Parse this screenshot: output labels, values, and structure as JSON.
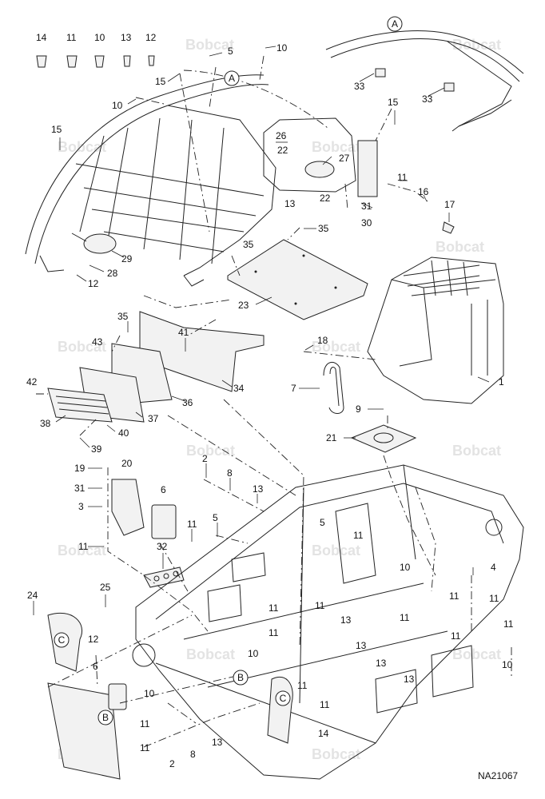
{
  "drawing_code": "NA21067",
  "watermark": "Bobcat",
  "callouts": [
    {
      "id": "c14a",
      "text": "14"
    },
    {
      "id": "c11a",
      "text": "11"
    },
    {
      "id": "c10a",
      "text": "10"
    },
    {
      "id": "c13a",
      "text": "13"
    },
    {
      "id": "c12a",
      "text": "12"
    },
    {
      "id": "c5a",
      "text": "5"
    },
    {
      "id": "c10b",
      "text": "10"
    },
    {
      "id": "c15a",
      "text": "15"
    },
    {
      "id": "c10c",
      "text": "10"
    },
    {
      "id": "c33a",
      "text": "33"
    },
    {
      "id": "c33b",
      "text": "33"
    },
    {
      "id": "c15b",
      "text": "15"
    },
    {
      "id": "c15c",
      "text": "15"
    },
    {
      "id": "c26",
      "text": "26"
    },
    {
      "id": "c22a",
      "text": "22"
    },
    {
      "id": "c27",
      "text": "27"
    },
    {
      "id": "c22b",
      "text": "22"
    },
    {
      "id": "c13b",
      "text": "13"
    },
    {
      "id": "c11b",
      "text": "11"
    },
    {
      "id": "c16",
      "text": "16"
    },
    {
      "id": "c17",
      "text": "17"
    },
    {
      "id": "c31a",
      "text": "31"
    },
    {
      "id": "c30",
      "text": "30"
    },
    {
      "id": "c35a",
      "text": "35"
    },
    {
      "id": "c35b",
      "text": "35"
    },
    {
      "id": "c29",
      "text": "29"
    },
    {
      "id": "c28",
      "text": "28"
    },
    {
      "id": "c12b",
      "text": "12"
    },
    {
      "id": "c23",
      "text": "23"
    },
    {
      "id": "c35c",
      "text": "35"
    },
    {
      "id": "c41",
      "text": "41"
    },
    {
      "id": "c43",
      "text": "43"
    },
    {
      "id": "c18",
      "text": "18"
    },
    {
      "id": "c1",
      "text": "1"
    },
    {
      "id": "c7",
      "text": "7"
    },
    {
      "id": "c34",
      "text": "34"
    },
    {
      "id": "c42",
      "text": "42"
    },
    {
      "id": "c36",
      "text": "36"
    },
    {
      "id": "c9",
      "text": "9"
    },
    {
      "id": "c38",
      "text": "38"
    },
    {
      "id": "c37",
      "text": "37"
    },
    {
      "id": "c40",
      "text": "40"
    },
    {
      "id": "c39",
      "text": "39"
    },
    {
      "id": "c21",
      "text": "21"
    },
    {
      "id": "c2a",
      "text": "2"
    },
    {
      "id": "c20",
      "text": "20"
    },
    {
      "id": "c19",
      "text": "19"
    },
    {
      "id": "c8a",
      "text": "8"
    },
    {
      "id": "c13c",
      "text": "13"
    },
    {
      "id": "c31b",
      "text": "31"
    },
    {
      "id": "c3",
      "text": "3"
    },
    {
      "id": "c6a",
      "text": "6"
    },
    {
      "id": "c5b",
      "text": "5"
    },
    {
      "id": "c5c",
      "text": "5"
    },
    {
      "id": "c11c",
      "text": "11"
    },
    {
      "id": "c11d",
      "text": "11"
    },
    {
      "id": "c11e",
      "text": "11"
    },
    {
      "id": "c32",
      "text": "32"
    },
    {
      "id": "c10d",
      "text": "10"
    },
    {
      "id": "c4",
      "text": "4"
    },
    {
      "id": "c11f",
      "text": "11"
    },
    {
      "id": "c11g",
      "text": "11"
    },
    {
      "id": "c24",
      "text": "24"
    },
    {
      "id": "c25",
      "text": "25"
    },
    {
      "id": "c11h",
      "text": "11"
    },
    {
      "id": "c11i",
      "text": "11"
    },
    {
      "id": "c13d",
      "text": "13"
    },
    {
      "id": "c11j",
      "text": "11"
    },
    {
      "id": "c11k",
      "text": "11"
    },
    {
      "id": "c11l",
      "text": "11"
    },
    {
      "id": "c13e",
      "text": "13"
    },
    {
      "id": "c12c",
      "text": "12"
    },
    {
      "id": "c11m",
      "text": "11"
    },
    {
      "id": "c10e",
      "text": "10"
    },
    {
      "id": "c13f",
      "text": "13"
    },
    {
      "id": "c13g",
      "text": "13"
    },
    {
      "id": "c10f",
      "text": "10"
    },
    {
      "id": "c6b",
      "text": "6"
    },
    {
      "id": "c11n",
      "text": "11"
    },
    {
      "id": "c10g",
      "text": "10"
    },
    {
      "id": "c11o",
      "text": "11"
    },
    {
      "id": "c11p",
      "text": "11"
    },
    {
      "id": "c14b",
      "text": "14"
    },
    {
      "id": "c11q",
      "text": "11"
    },
    {
      "id": "c13h",
      "text": "13"
    },
    {
      "id": "c8b",
      "text": "8"
    },
    {
      "id": "c2b",
      "text": "2"
    }
  ],
  "ref_circles": [
    {
      "id": "rA1",
      "text": "A"
    },
    {
      "id": "rA2",
      "text": "A"
    },
    {
      "id": "rB1",
      "text": "B"
    },
    {
      "id": "rB2",
      "text": "B"
    },
    {
      "id": "rC1",
      "text": "C"
    },
    {
      "id": "rC2",
      "text": "C"
    }
  ]
}
